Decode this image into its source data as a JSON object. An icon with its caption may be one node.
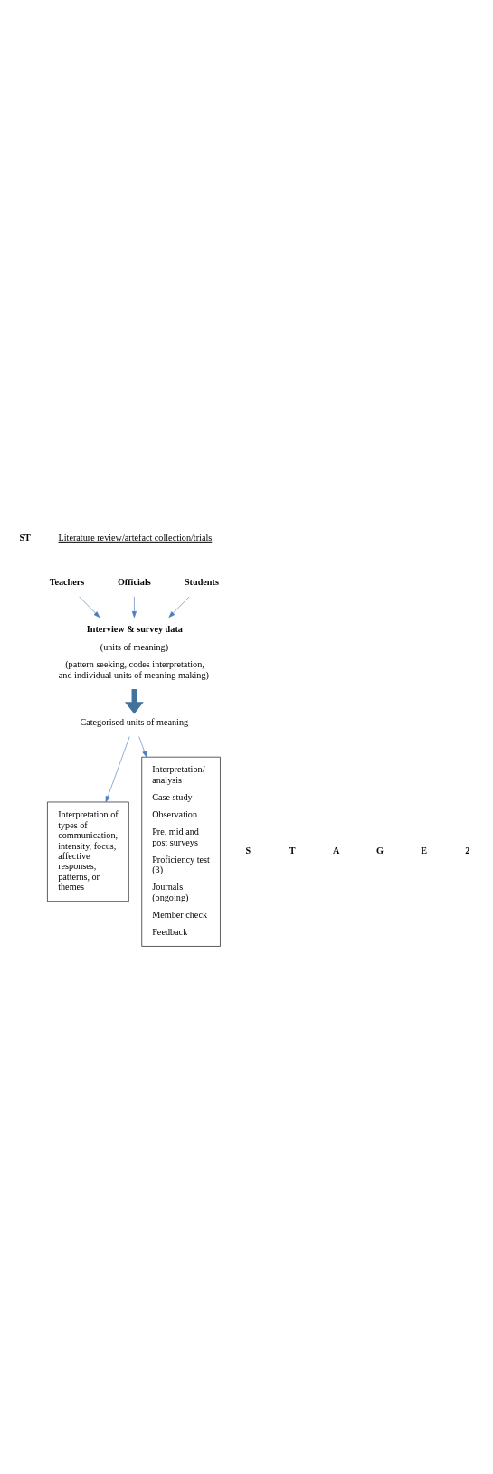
{
  "diagram": {
    "nodes": [
      {
        "text": [
          "Teachers"
        ]
      },
      {
        "text": [
          "Officials"
        ]
      },
      {
        "text": [
          "Students"
        ]
      },
      {
        "text": [
          "Interview & survey data",
          "(units of meaning)",
          "(pattern seeking, codes interpretation, and individual units of meaning making)"
        ]
      },
      {
        "text": [
          "Categorised units of meaning"
        ]
      },
      {
        "text": [
          "Interpretation of types of communication, intensity, focus, affective responses, patterns, or themes"
        ]
      },
      {
        "text": [
          "Interpretation/ analysis",
          "Case study",
          "Observation",
          "Pre, mid and post surveys",
          "Proficiency test (3)",
          "Journals (ongoing)",
          "Member check",
          "Feedback"
        ]
      }
    ],
    "edges": [
      {
        "from": 0,
        "to": 3,
        "arrow": "to"
      },
      {
        "from": 1,
        "to": 3,
        "arrow": "to"
      },
      {
        "from": 2,
        "to": 3,
        "arrow": "to"
      },
      {
        "from": 3,
        "to": 4,
        "arrow": "to",
        "style": "thick"
      },
      {
        "from": 4,
        "to": 5,
        "arrow": "to"
      },
      {
        "from": 4,
        "to": 6,
        "arrow": "to"
      }
    ],
    "labels": [
      "ST",
      "Literature review/artefact collection/trials",
      "S",
      "T",
      "A",
      "G",
      "E",
      "2"
    ]
  }
}
